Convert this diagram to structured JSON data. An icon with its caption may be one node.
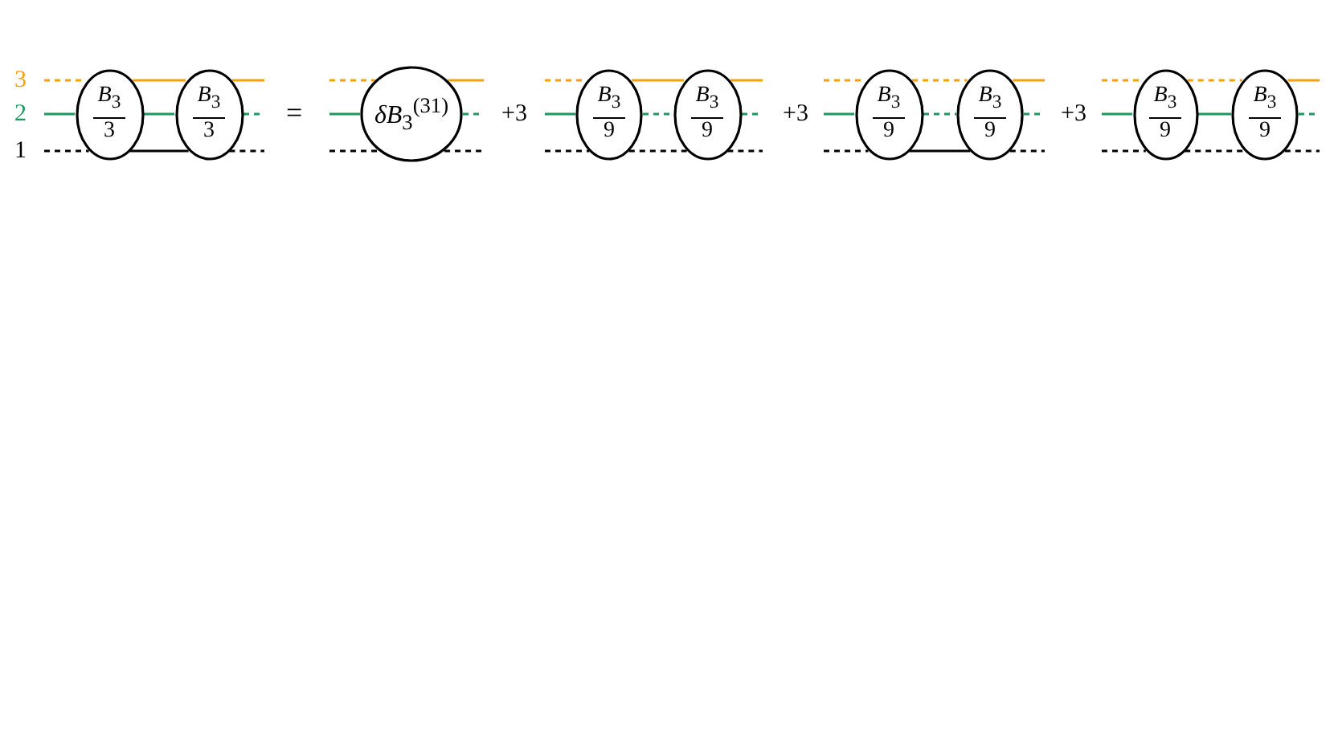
{
  "diagram": {
    "nodes": [
      {
        "text": [
          "*B*$_{3}$",
          "3"
        ]
      },
      {
        "text": [
          "*B*$_{3}$",
          "3"
        ]
      },
      {
        "text": [
          "*δB*$_{3}$$^{(31)}$"
        ]
      },
      {
        "text": [
          "*B*$_{3}$",
          "9"
        ]
      },
      {
        "text": [
          "*B*$_{3}$",
          "9"
        ]
      },
      {
        "text": [
          "*B*$_{3}$",
          "9"
        ]
      },
      {
        "text": [
          "*B*$_{3}$",
          "9"
        ]
      },
      {
        "text": [
          "*B*$_{3}$",
          "9"
        ]
      },
      {
        "text": [
          "*B*$_{3}$",
          "9"
        ]
      }
    ],
    "edges": [
      {
        "from": null,
        "to": 0,
        "arrow": "none",
        "style": "dashed",
        "color": "#f5a00f"
      },
      {
        "from": 0,
        "to": 1,
        "arrow": "none",
        "color": "#f5a00f"
      },
      {
        "from": 1,
        "to": null,
        "arrow": "none",
        "color": "#f5a00f"
      },
      {
        "from": null,
        "to": 0,
        "arrow": "none",
        "color": "#1a9a5e"
      },
      {
        "from": 0,
        "to": 1,
        "arrow": "none",
        "color": "#1a9a5e"
      },
      {
        "from": 1,
        "to": null,
        "arrow": "none",
        "style": "dashed",
        "color": "#1a9a5e"
      },
      {
        "from": null,
        "to": 0,
        "arrow": "none",
        "style": "dashed",
        "color": "#000000"
      },
      {
        "from": 0,
        "to": 1,
        "arrow": "none",
        "color": "#000000"
      },
      {
        "from": 1,
        "to": null,
        "arrow": "none",
        "style": "dashed",
        "color": "#000000"
      },
      {
        "from": null,
        "to": 2,
        "arrow": "none",
        "style": "dashed",
        "color": "#f5a00f"
      },
      {
        "from": 2,
        "to": null,
        "arrow": "none",
        "color": "#f5a00f"
      },
      {
        "from": null,
        "to": 2,
        "arrow": "none",
        "color": "#1a9a5e"
      },
      {
        "from": 2,
        "to": null,
        "arrow": "none",
        "style": "dashed",
        "color": "#1a9a5e"
      },
      {
        "from": null,
        "to": 2,
        "arrow": "none",
        "style": "dashed",
        "color": "#000000"
      },
      {
        "from": 2,
        "to": null,
        "arrow": "none",
        "style": "dashed",
        "color": "#000000"
      },
      {
        "from": null,
        "to": 3,
        "arrow": "none",
        "style": "dashed",
        "color": "#f5a00f"
      },
      {
        "from": 3,
        "to": 4,
        "arrow": "none",
        "color": "#f5a00f"
      },
      {
        "from": 4,
        "to": null,
        "arrow": "none",
        "color": "#f5a00f"
      },
      {
        "from": null,
        "to": 3,
        "arrow": "none",
        "color": "#1a9a5e"
      },
      {
        "from": 3,
        "to": 4,
        "arrow": "none",
        "style": "dashed",
        "color": "#1a9a5e"
      },
      {
        "from": 4,
        "to": null,
        "arrow": "none",
        "style": "dashed",
        "color": "#1a9a5e"
      },
      {
        "from": null,
        "to": 3,
        "arrow": "none",
        "style": "dashed",
        "color": "#000000"
      },
      {
        "from": 3,
        "to": 4,
        "arrow": "none",
        "style": "dashed",
        "color": "#000000"
      },
      {
        "from": 4,
        "to": null,
        "arrow": "none",
        "style": "dashed",
        "color": "#000000"
      },
      {
        "from": null,
        "to": 5,
        "arrow": "none",
        "style": "dashed",
        "color": "#f5a00f"
      },
      {
        "from": 5,
        "to": 6,
        "arrow": "none",
        "style": "dashed",
        "color": "#f5a00f"
      },
      {
        "from": 6,
        "to": null,
        "arrow": "none",
        "color": "#f5a00f"
      },
      {
        "from": null,
        "to": 5,
        "arrow": "none",
        "color": "#1a9a5e"
      },
      {
        "from": 5,
        "to": 6,
        "arrow": "none",
        "style": "dashed",
        "color": "#1a9a5e"
      },
      {
        "from": 6,
        "to": null,
        "arrow": "none",
        "style": "dashed",
        "color": "#1a9a5e"
      },
      {
        "from": null,
        "to": 5,
        "arrow": "none",
        "style": "dashed",
        "color": "#000000"
      },
      {
        "from": 5,
        "to": 6,
        "arrow": "none",
        "color": "#000000"
      },
      {
        "from": 6,
        "to": null,
        "arrow": "none",
        "style": "dashed",
        "color": "#000000"
      },
      {
        "from": null,
        "to": 7,
        "arrow": "none",
        "style": "dashed",
        "color": "#f5a00f"
      },
      {
        "from": 7,
        "to": 8,
        "arrow": "none",
        "style": "dashed",
        "color": "#f5a00f"
      },
      {
        "from": 8,
        "to": null,
        "arrow": "none",
        "color": "#f5a00f"
      },
      {
        "from": null,
        "to": 7,
        "arrow": "none",
        "color": "#1a9a5e"
      },
      {
        "from": 7,
        "to": 8,
        "arrow": "none",
        "color": "#1a9a5e"
      },
      {
        "from": 8,
        "to": null,
        "arrow": "none",
        "style": "dashed",
        "color": "#1a9a5e"
      },
      {
        "from": null,
        "to": 7,
        "arrow": "none",
        "style": "dashed",
        "color": "#000000"
      },
      {
        "from": 7,
        "to": 8,
        "arrow": "none",
        "style": "dashed",
        "color": "#000000"
      },
      {
        "from": 8,
        "to": null,
        "arrow": "none",
        "style": "dashed",
        "color": "#000000"
      }
    ],
    "labels": [
      "3",
      "2",
      "1",
      "=",
      "+3",
      "+3",
      "+3"
    ]
  }
}
